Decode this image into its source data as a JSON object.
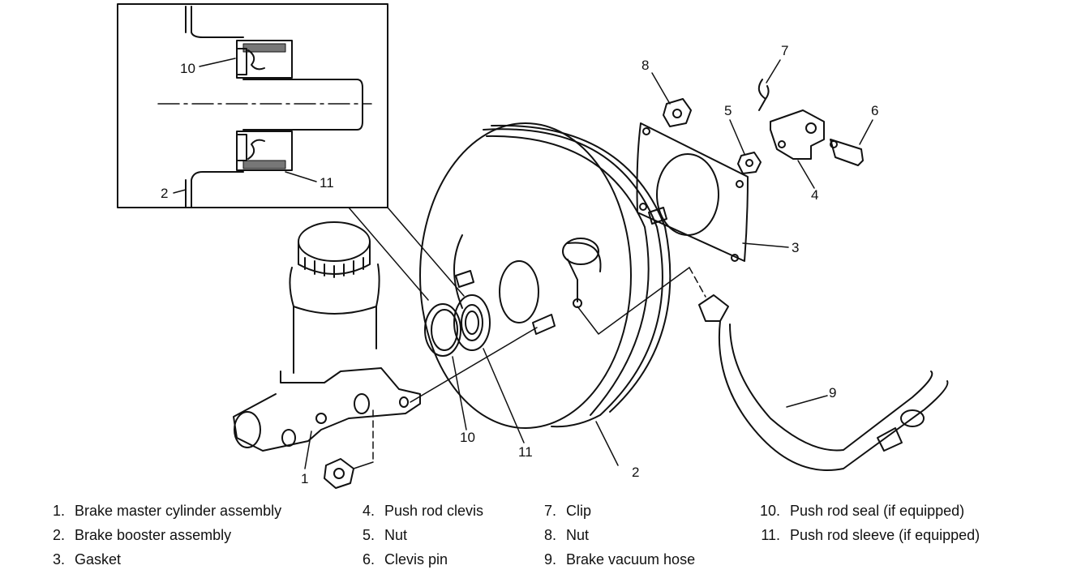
{
  "callouts": {
    "c1": "1",
    "c2a": "2",
    "c2b": "2",
    "c3": "3",
    "c4": "4",
    "c5": "5",
    "c6": "6",
    "c7": "7",
    "c8": "8",
    "c9": "9",
    "c10a": "10",
    "c10b": "10",
    "c11a": "11",
    "c11b": "11"
  },
  "legend": {
    "items": [
      {
        "num": "1.",
        "label": "Brake master cylinder assembly"
      },
      {
        "num": "2.",
        "label": "Brake booster assembly"
      },
      {
        "num": "3.",
        "label": "Gasket"
      },
      {
        "num": "4.",
        "label": "Push rod clevis"
      },
      {
        "num": "5.",
        "label": "Nut"
      },
      {
        "num": "6.",
        "label": "Clevis pin"
      },
      {
        "num": "7.",
        "label": "Clip"
      },
      {
        "num": "8.",
        "label": "Nut"
      },
      {
        "num": "9.",
        "label": "Brake vacuum hose"
      },
      {
        "num": "10.",
        "label": "Push rod seal (if equipped)"
      },
      {
        "num": "11.",
        "label": "Push rod sleeve (if equipped)"
      }
    ]
  }
}
